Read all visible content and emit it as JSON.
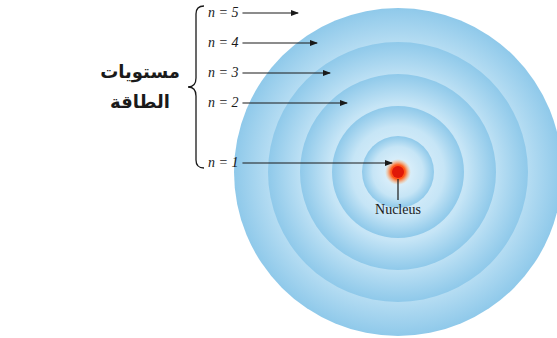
{
  "diagram": {
    "labels": [
      "n = 5",
      "n = 4",
      "n = 3",
      "n = 2",
      "n = 1",
      "مستويات الطاقة",
      "Nucleus"
    ]
  }
}
